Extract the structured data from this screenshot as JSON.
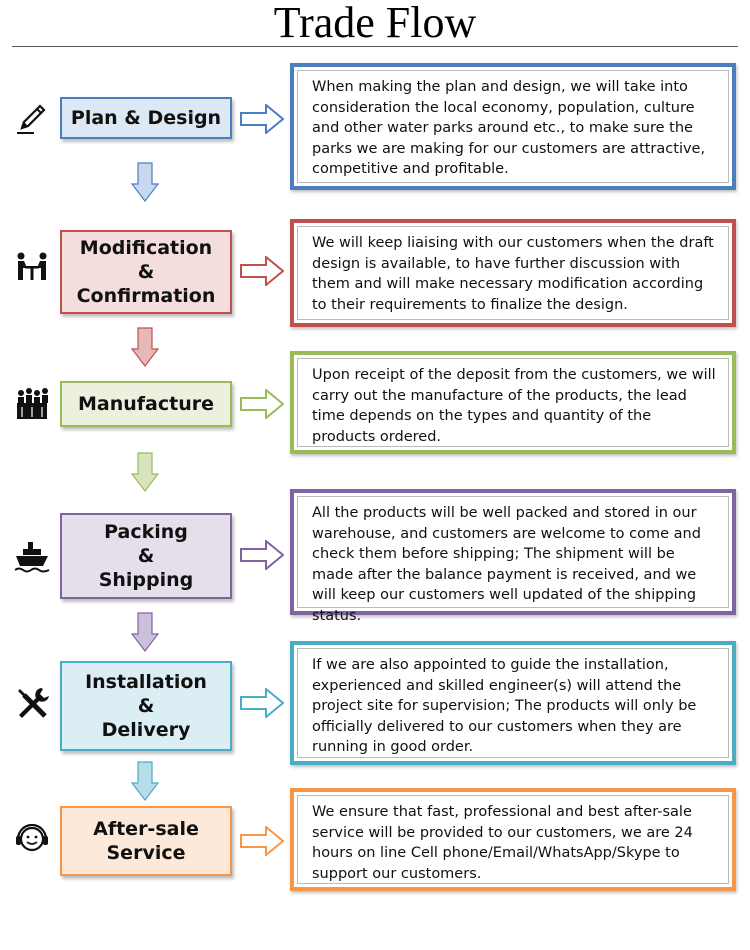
{
  "title": "Trade Flow",
  "steps": [
    {
      "icon": "pencil-icon",
      "label": [
        "Plan & Design"
      ],
      "color": "#4a7ebf",
      "fill": "#dde8f5",
      "text": "When making the plan and design, we will take into consideration the local economy, population, culture and other water parks around etc., to make sure the parks we are making for our customers are attractive, competitive and profitable."
    },
    {
      "icon": "meeting-icon",
      "label": [
        "Modification",
        "&",
        "Confirmation"
      ],
      "color": "#c0504d",
      "fill": "#f4dedd",
      "text": "We will keep liaising with our customers when the draft design is available, to have further discussion with them and will make necessary modification according to their requirements to finalize the design."
    },
    {
      "icon": "factory-workers-icon",
      "label": [
        "Manufacture"
      ],
      "color": "#9bbb59",
      "fill": "#ebf1de",
      "text": "Upon receipt of the deposit from the customers, we will carry out the manufacture of the products, the lead time depends on the types and quantity of the products ordered."
    },
    {
      "icon": "ship-icon",
      "label": [
        "Packing",
        "&",
        "Shipping"
      ],
      "color": "#8064a2",
      "fill": "#e5dfec",
      "text": "All the products will be well packed and stored in our warehouse, and customers are welcome to come and check them before shipping; The shipment will be made after the balance payment is received, and we will keep our customers well updated of the shipping status."
    },
    {
      "icon": "tools-icon",
      "label": [
        "Installation",
        "&",
        "Delivery"
      ],
      "color": "#4bacc6",
      "fill": "#dbeef3",
      "text": "If we are also appointed to guide the installation, experienced and skilled engineer(s) will attend the project site for supervision; The products will only be officially delivered to our customers when they are running in good order."
    },
    {
      "icon": "headset-support-icon",
      "label": [
        "After-sale",
        "Service"
      ],
      "color": "#f79646",
      "fill": "#fde9d9",
      "text": "We ensure that fast, professional and best after-sale service will be provided to our customers, we are 24 hours on line Cell phone/Email/WhatsApp/Skype to support our customers."
    }
  ]
}
